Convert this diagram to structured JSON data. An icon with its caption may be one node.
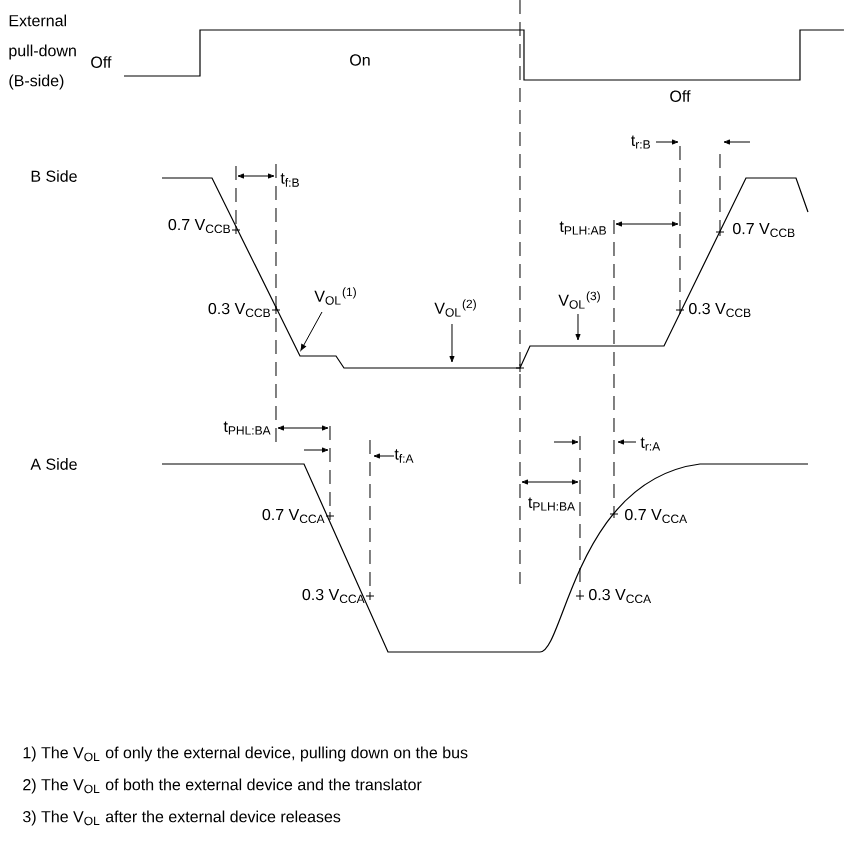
{
  "diagram": {
    "labels": [
      "External pull-down (B-side)",
      "Off",
      "On",
      "Off",
      "B Side",
      "t$_{f:B}$",
      "t$_{r:B}$",
      "0.7 V$_{CCB}$",
      "t$_{PLH:AB}$",
      "0.7 V$_{CCB}$",
      "0.3 V$_{CCB}$",
      "V$_{OL}$$^{(1)}$",
      "V$_{OL}$$^{(2)}$",
      "V$_{OL}$$^{(3)}$",
      "0.3 V$_{CCB}$",
      "t$_{PHL:BA}$",
      "t$_{f:A}$",
      "t$_{r:A}$",
      "A Side",
      "t$_{PLH:BA}$",
      "0.7 V$_{CCA}$",
      "0.7 V$_{CCA}$",
      "0.3 V$_{CCA}$",
      "0.3 V$_{CCA}$",
      "1) The V$_{OL}$ of only the external device, pulling down on the bus",
      "2) The V$_{OL}$ of both the external device and the translator",
      "3) The V$_{OL}$ after the external device releases"
    ]
  }
}
